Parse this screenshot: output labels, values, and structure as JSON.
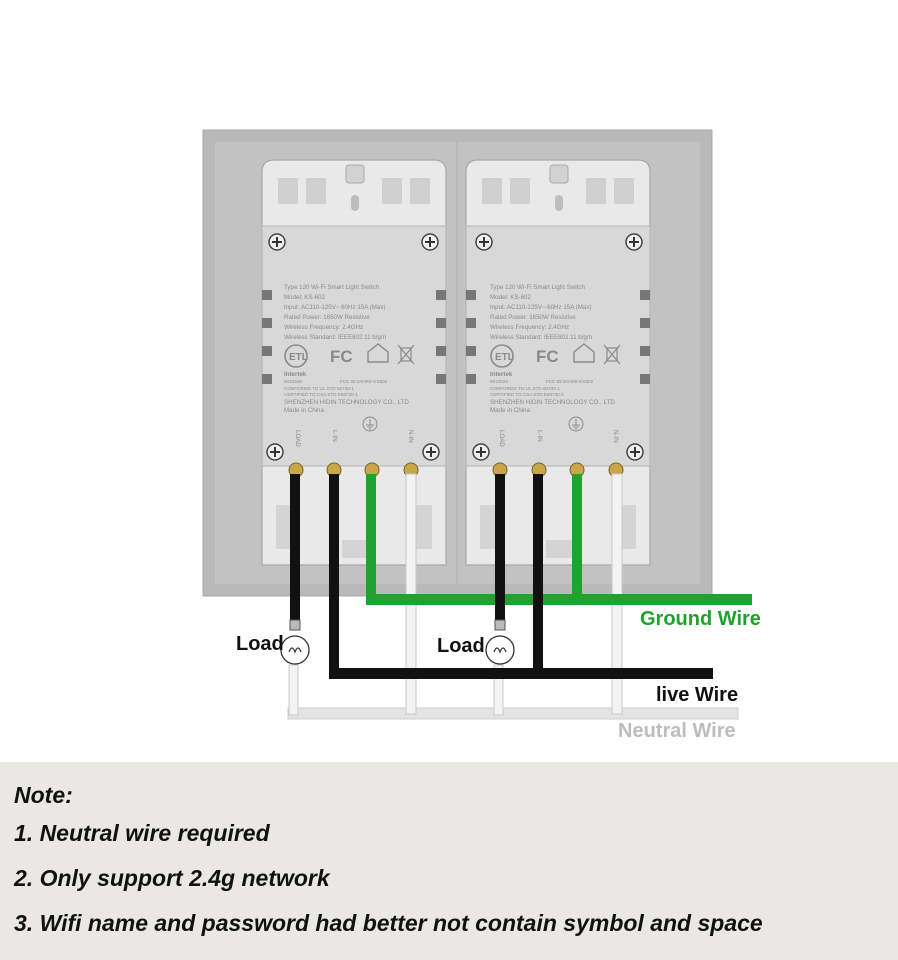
{
  "module": {
    "title_line": "Type 120 Wi-Fi Smart Light Switch",
    "model": "Model: KS-602",
    "input": "Input: AC110-125V~ 60Hz 15A (Max)",
    "rated_power": "Rated Power: 1650W  Resistive",
    "wireless_freq": "Wireless Frequency: 2.4GHz",
    "wireless_std": "Wireless Standard: IEEE802.11 b/g/n",
    "intertek": "Intertek",
    "cert_no": "5010526",
    "fcc_id": "FCC ID:2AHRE-KS602",
    "conforms": "CONFORMS TO UL STD 60730-1",
    "certified": "CERTIFIED TO CSA STD E60730-1",
    "company": "SHENZHEN HIDIN TECHNOLOGY CO., LTD",
    "origin": "Made in China",
    "terminal_load": "LOAD",
    "terminal_lin": "L-IN",
    "terminal_nin": "N-IN"
  },
  "labels": {
    "load_left": "Load",
    "load_right": "Load",
    "ground": "Ground Wire",
    "live": "live Wire",
    "neutral": "Neutral Wire"
  },
  "colors": {
    "ground": "#1fa32e",
    "live": "#111111",
    "neutral": "#e4e4e4",
    "plate": "#b9b9b9",
    "module": "#d8d8d8"
  },
  "notes": {
    "heading": "Note:",
    "items": [
      "1. Neutral wire required",
      "2. Only support 2.4g network",
      "3. Wifi name and password had better not contain symbol and space"
    ]
  }
}
